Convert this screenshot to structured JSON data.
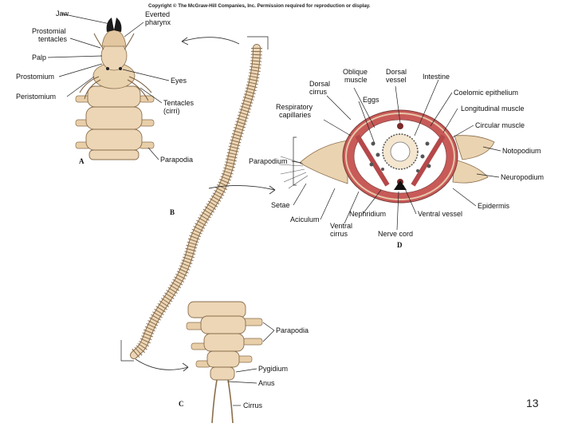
{
  "copyright": "Copyright © The McGraw-Hill Companies, Inc. Permission required for reproduction or display.",
  "page_number": "13",
  "panels": {
    "a": {
      "letter": "A",
      "labels": {
        "jaw": "Jaw",
        "everted1": "Everted",
        "everted2": "pharynx",
        "prostomial1": "Prostomial",
        "prostomial2": "tentacles",
        "palp": "Palp",
        "prostomium": "Prostomium",
        "peristomium": "Peristomium",
        "eyes": "Eyes",
        "tentacles1": "Tentacles",
        "tentacles2": "(cirri)",
        "parapodia": "Parapodia"
      }
    },
    "b": {
      "letter": "B"
    },
    "c": {
      "letter": "C",
      "labels": {
        "parapodia": "Parapodia",
        "pygidium": "Pygidium",
        "anus": "Anus",
        "cirrus": "Cirrus"
      }
    },
    "d": {
      "letter": "D",
      "labels": {
        "oblique1": "Oblique",
        "oblique2": "muscle",
        "dvessel1": "Dorsal",
        "dvessel2": "vessel",
        "intestine": "Intestine",
        "dcirrus1": "Dorsal",
        "dcirrus2": "cirrus",
        "eggs": "Eggs",
        "coelomic": "Coelomic epithelium",
        "resp1": "Respiratory",
        "resp2": "capillaries",
        "longitudinal": "Longitudinal muscle",
        "circular": "Circular muscle",
        "notopodium": "Notopodium",
        "parapodium": "Parapodium",
        "neuropodium": "Neuropodium",
        "setae": "Setae",
        "epidermis": "Epidermis",
        "aciculum": "Aciculum",
        "nephridium": "Nephridium",
        "vvessel": "Ventral vessel",
        "vcirrus1": "Ventral",
        "vcirrus2": "cirrus",
        "nervecord": "Nerve cord"
      }
    }
  },
  "colors": {
    "body": "#ecd6b6",
    "body_dark": "#b89a72",
    "muscle": "#b5484a",
    "jaw": "#1a1a1a"
  }
}
